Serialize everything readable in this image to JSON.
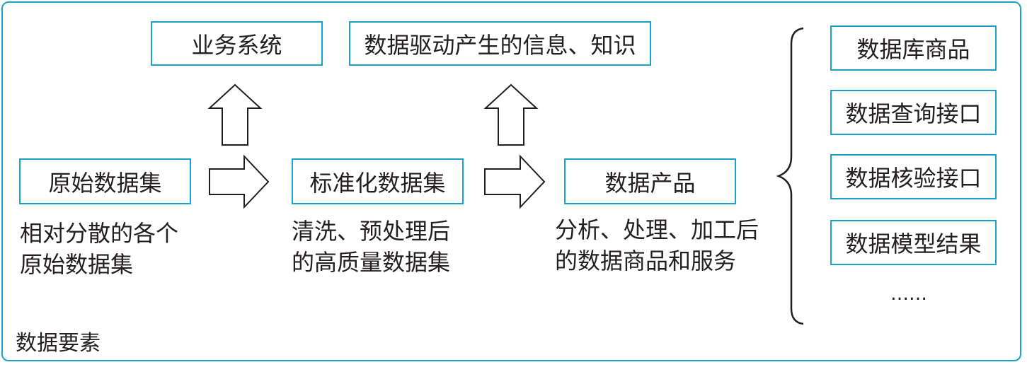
{
  "outer": {
    "label": "数据要素"
  },
  "top": {
    "business_systems": "业务系统",
    "data_driven_info": "数据驱动产生的信息、知识"
  },
  "flow": {
    "raw": {
      "title": "原始数据集",
      "desc_line1": "相对分散的各个",
      "desc_line2": "原始数据集"
    },
    "standardized": {
      "title": "标准化数据集",
      "desc_line1": "清洗、预处理后",
      "desc_line2": "的高质量数据集"
    },
    "product": {
      "title": "数据产品",
      "desc_line1": "分析、处理、加工后",
      "desc_line2": "的数据商品和服务"
    }
  },
  "product_types": {
    "items": [
      "数据库商品",
      "数据查询接口",
      "数据核验接口",
      "数据模型结果"
    ],
    "more": "……"
  },
  "colors": {
    "border": "#1aa3c9",
    "text": "#231f20",
    "background": "#ffffff"
  }
}
